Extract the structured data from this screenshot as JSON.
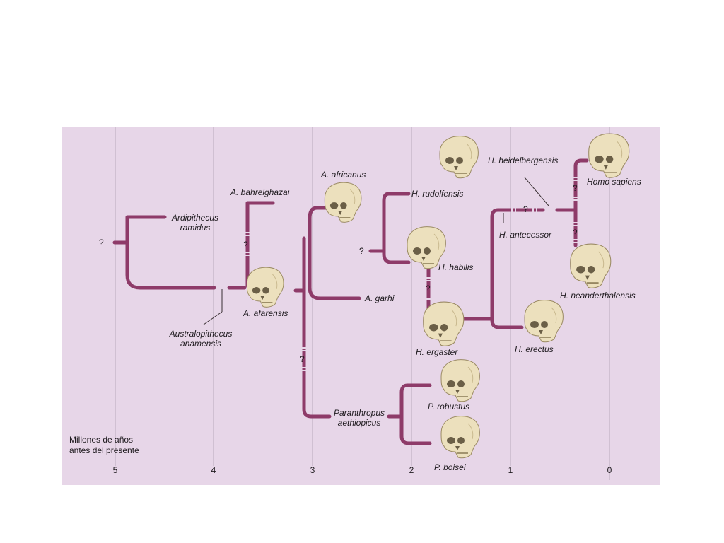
{
  "axis": {
    "caption_line1": "Millones de años",
    "caption_line2": "antes del presente",
    "ticks": [
      "5",
      "4",
      "3",
      "2",
      "1",
      "0"
    ]
  },
  "species": {
    "ardipithecus_line1": "Ardipithecus",
    "ardipithecus_line2": "ramidus",
    "australopithecus_line1": "Australopithecus",
    "australopithecus_line2": "anamensis",
    "bahrelghazai": "A. bahrelghazai",
    "afarensis": "A. afarensis",
    "africanus": "A. africanus",
    "garhi": "A. garhi",
    "paranthropus_line1": "Paranthropus",
    "paranthropus_line2": "aethiopicus",
    "rudolfensis": "H. rudolfensis",
    "habilis": "H. habilis",
    "ergaster": "H. ergaster",
    "robustus": "P. robustus",
    "boisei": "P. boisei",
    "erectus": "H. erectus",
    "antecessor": "H. antecessor",
    "heidelbergensis": "H. heidelbergensis",
    "sapiens": "Homo sapiens",
    "neanderthalensis": "H. neanderthalensis"
  },
  "uncertain_mark": "?",
  "colors": {
    "background": "#e7d6e8",
    "branch": "#8e3b69",
    "gridline": "#b9a9bc",
    "skull": "#ece0bd"
  }
}
